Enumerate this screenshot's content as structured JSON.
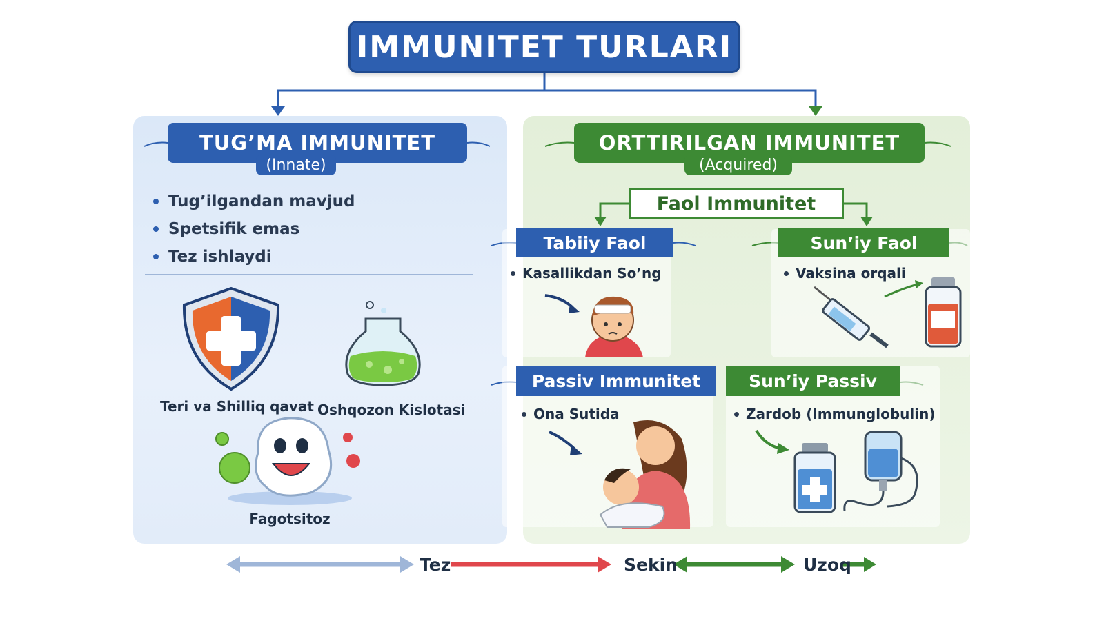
{
  "title": "IMMUNITET TURLARI",
  "innate": {
    "heading": "TUG’MA IMMUNITET",
    "subheading": "(Innate)",
    "bullets": [
      "Tug’ilgandan mavjud",
      "Spetsifik emas",
      "Tez ishlaydi"
    ],
    "illustrations": {
      "skin": "Teri va Shilliq qavat",
      "acid": "Oshqozon Kislotasi",
      "phago": "Fagotsitoz"
    }
  },
  "acquired": {
    "heading": "ORTTIRILGAN IMMUNITET",
    "subheading": "(Acquired)",
    "active_label": "Faol Immunitet",
    "natural_active": {
      "title": "Tabiiy Faol",
      "bullet": "Kasallikdan So’ng"
    },
    "artificial_active": {
      "title": "Sun’iy Faol",
      "bullet": "Vaksina orqali"
    },
    "passive": {
      "title": "Passiv Immunitet",
      "bullet": "Ona Sutida"
    },
    "artificial_passive": {
      "title": "Sun’iy Passiv",
      "bullet": "Zardob (Immunglobulin)"
    }
  },
  "legend": {
    "fast": "Tez",
    "slow": "Sekin",
    "long": "Uzoq"
  },
  "colors": {
    "blue": "#2d5fb0",
    "green": "#3d8a34",
    "red": "#e0474c",
    "light_blue": "#9fb6d8"
  }
}
